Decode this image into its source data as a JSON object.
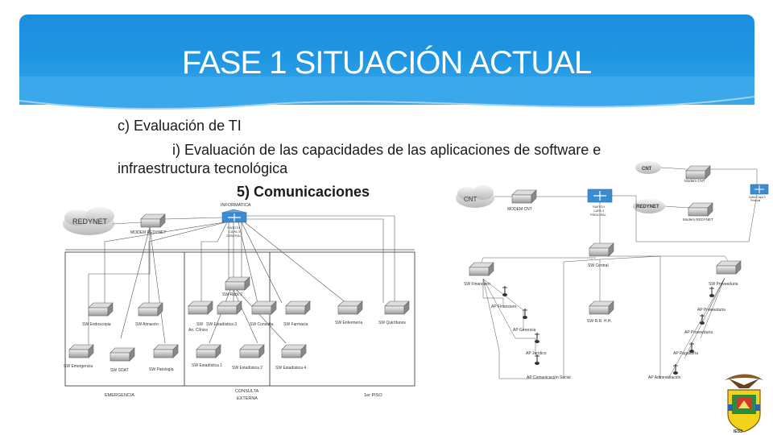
{
  "slide": {
    "title": "FASE 1 SITUACIÓN ACTUAL",
    "line1": "c) Evaluación de TI",
    "line2": "i)   Evaluación de las capacidades de las aplicaciones de software e",
    "line3": "infraestructura tecnológica",
    "line4": "5)  Comunicaciones"
  },
  "left_diagram": {
    "redynet": "REDYNET",
    "modem": "MODEM REDYNET",
    "informatica": "INFORMATICA",
    "switch_central": "SWITCH\nCAPA 3\nCENTRAL",
    "sw_rack2": "SW Rack 2",
    "switches": [
      "SW Endoscopia",
      "SW Almacén",
      "SW\nAn. Clínico",
      "SW Estadística 3",
      "SW Consulta",
      "SW Farmacia",
      "SW Enfermería",
      "SW Quirófanos",
      "SW Emergencia",
      "SW SOAT",
      "SW Patología",
      "SW Estadística 1",
      "SW Estadística 2",
      "SW Estadística 4"
    ],
    "zones": [
      "EMERGENCIA",
      "CONSULTA\nEXTERNA",
      "1er PISO"
    ]
  },
  "right_diagram": {
    "cnt": "CNT",
    "cnt2": "CNT",
    "modem_cnt": "MODEM CNT",
    "modem_cnt2": "Modem CNT",
    "switch_central": "SWITCH\nCAPA 3\nPRINCIPAL",
    "redynet": "REDYNET",
    "modem_redynet": "Modem REDYNET",
    "switch_right": "Switch Capa 3\nPrincipal",
    "sw_central": "SW Central",
    "sw_financiero": "SW Financiero",
    "sw_proveeduria": "SW Proveeduria",
    "sw_rrhh": "SW R.R. H.H.",
    "aps": [
      "AP Financiero",
      "AP Proveeduria",
      "AP Gerencia",
      "AP Proveeduría",
      "AP Jurídico",
      "AP Pagaduría",
      "AP Comunicación Social",
      "AP Administración"
    ]
  },
  "logo": {
    "caption": "IESS"
  }
}
